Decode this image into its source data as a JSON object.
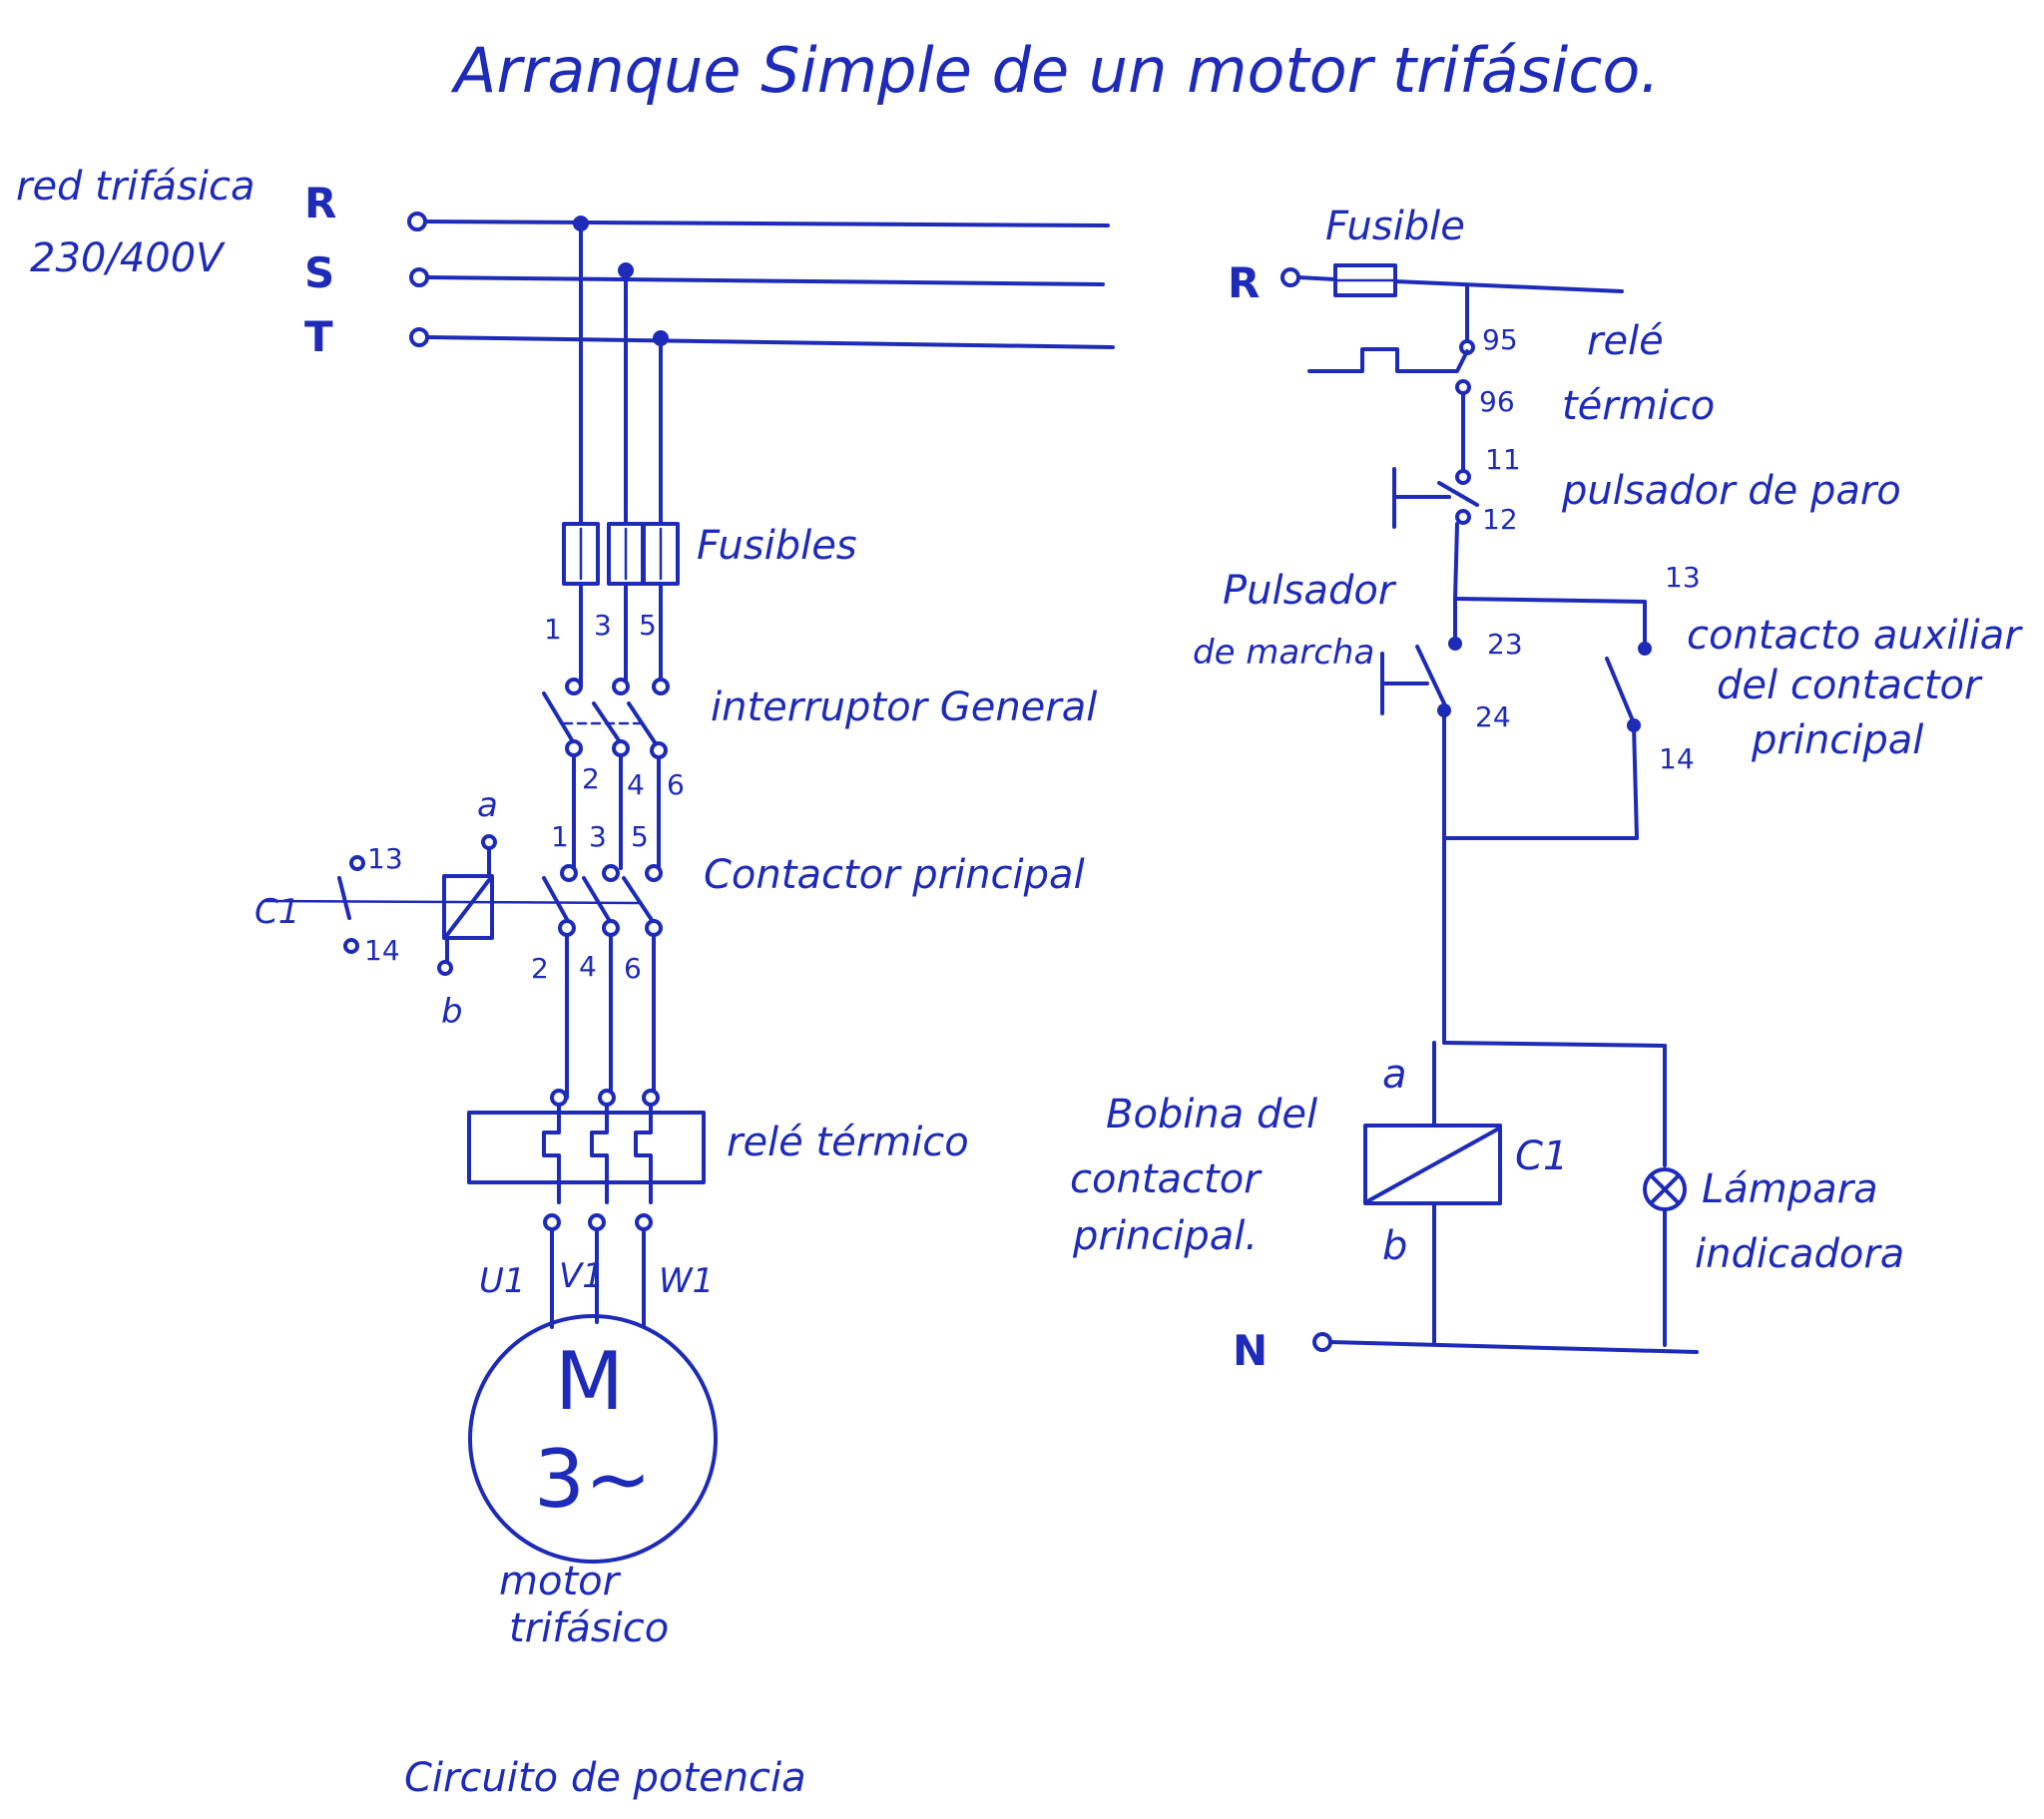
{
  "title": "Arranque Simple de un motor trifásico.",
  "colors": {
    "ink": "#1d2bb8",
    "paper": "#ffffff"
  },
  "power_circuit": {
    "network_label_1": "red trifásica",
    "network_label_2": "230/400V",
    "phases": [
      "R",
      "S",
      "T"
    ],
    "fuses_label": "Fusibles",
    "fuse_numbers": [
      "1",
      "3",
      "5"
    ],
    "main_switch_label": "interruptor General",
    "switch_out_numbers": [
      "2",
      "4",
      "6"
    ],
    "contactor_in_numbers": [
      "1",
      "3",
      "5"
    ],
    "contactor_label": "Contactor principal",
    "contactor_out_numbers": [
      "2",
      "4",
      "6"
    ],
    "coil_label": "C1",
    "coil_a": "a",
    "coil_b": "b",
    "aux_13": "13",
    "aux_14": "14",
    "thermal_relay_label": "relé térmico",
    "motor_terminals": [
      "U1",
      "V1",
      "W1"
    ],
    "motor_symbol_top": "M",
    "motor_symbol_bottom": "3~",
    "motor_label_1": "motor",
    "motor_label_2": "trifásico",
    "section_label": "Circuito de potencia"
  },
  "control_circuit": {
    "fuse_label": "Fusible",
    "r_label": "R",
    "n_label": "N",
    "relay_95": "95",
    "relay_96": "96",
    "relay_label_1": "relé",
    "relay_label_2": "térmico",
    "stop_11": "11",
    "stop_12": "12",
    "stop_label": "pulsador de paro",
    "start_label_1": "Pulsador",
    "start_label_2": "de marcha",
    "start_23": "23",
    "start_24": "24",
    "aux_13": "13",
    "aux_14": "14",
    "aux_label_1": "contacto auxiliar",
    "aux_label_2": "del contactor",
    "aux_label_3": "principal",
    "coil_a": "a",
    "coil_b": "b",
    "coil_c1": "C1",
    "coil_label_1": "Bobina del",
    "coil_label_2": "contactor",
    "coil_label_3": "principal.",
    "lamp_label_1": "Lámpara",
    "lamp_label_2": "indicadora"
  }
}
